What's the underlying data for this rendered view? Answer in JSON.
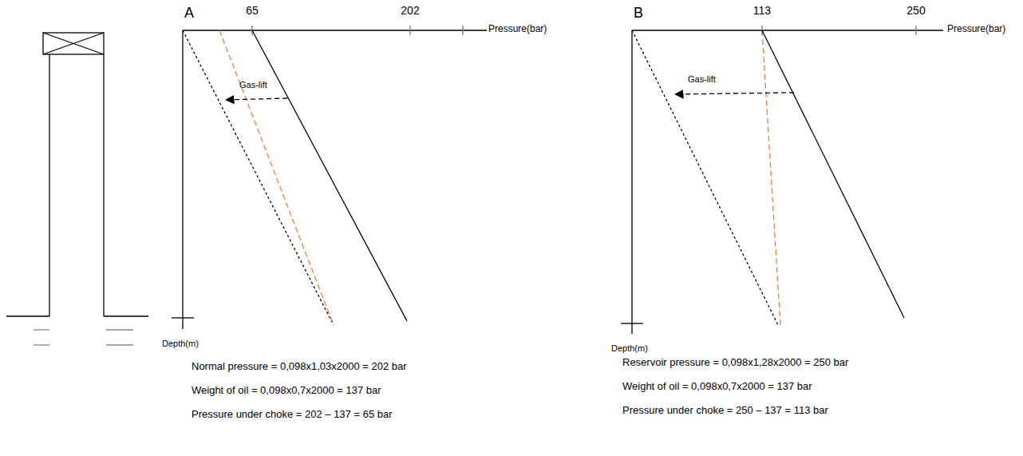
{
  "diagram": {
    "labels": [
      "A",
      "65",
      "202",
      "Pressure(bar)",
      "Gas-lift",
      "Depth(m)",
      "Normal pressure = 0,098x1,03x2000 = 202 bar",
      "Weight of oil = 0,098x0,7x2000 = 137 bar",
      "Pressure under choke = 202 – 137 = 65 bar",
      "B",
      "113",
      "250",
      "Pressure(bar)",
      "Gas-lift",
      "Depth(m)",
      "Reservoir pressure = 0,098x1,28x2000 = 250 bar",
      "Weight of oil = 0,098x0,7x2000 = 137 bar",
      "Pressure under choke = 250 – 137 = 113 bar"
    ]
  }
}
